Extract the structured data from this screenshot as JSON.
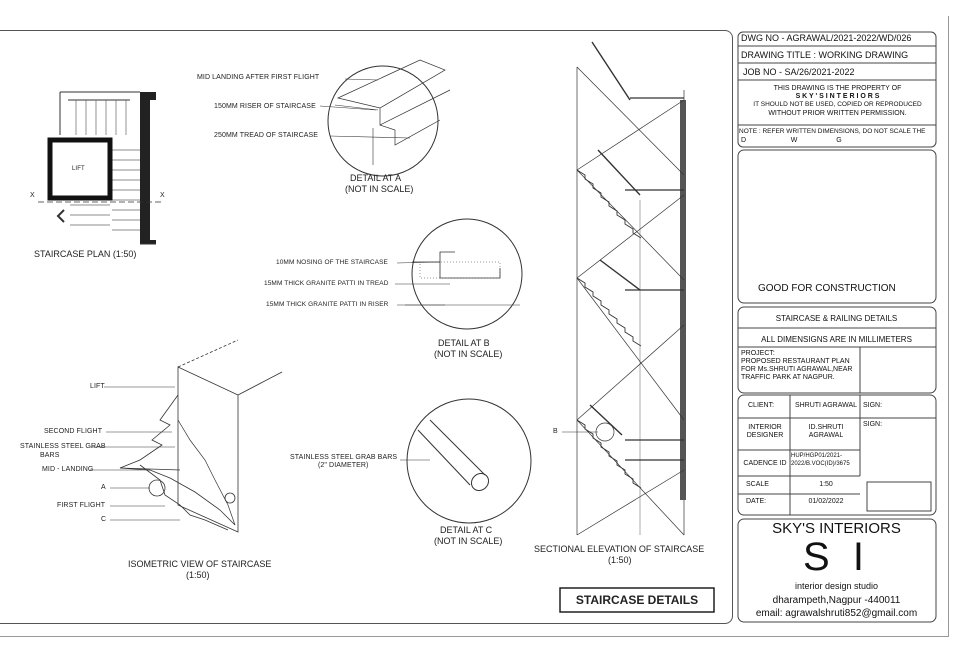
{
  "plan": {
    "caption": "STAIRCASE PLAN (1:50)",
    "lift": "LIFT",
    "x_left": "X",
    "x_right": "X"
  },
  "detail_a": {
    "labels": [
      "MID LANDING AFTER FIRST FLIGHT",
      "150MM RISER OF STAIRCASE",
      "250MM TREAD OF STAIRCASE"
    ],
    "caption_1": "DETAIL AT A",
    "caption_2": "(NOT IN SCALE)"
  },
  "detail_b": {
    "labels": [
      "10MM NOSING OF THE STAIRCASE",
      "15MM THICK GRANITE PATTI IN TREAD",
      "15MM THICK GRANITE PATTI IN RISER"
    ],
    "caption_1": "DETAIL AT B",
    "caption_2": "(NOT IN SCALE)"
  },
  "detail_c": {
    "labels": [
      "STAINLESS STEEL GRAB BARS",
      "(2\" DIAMETER)"
    ],
    "caption_1": "DETAIL AT C",
    "caption_2": "(NOT IN SCALE)"
  },
  "iso": {
    "labels": [
      "LIFT",
      "SECOND FLIGHT",
      "STAINLESS STEEL GRAB",
      "BARS",
      "MID - LANDING",
      "A",
      "FIRST FLIGHT",
      "C"
    ],
    "caption_1": "ISOMETRIC VIEW OF STAIRCASE",
    "caption_2": "(1:50)"
  },
  "section": {
    "label_b": "B",
    "caption_1": "SECTIONAL ELEVATION OF STAIRCASE",
    "caption_2": "(1:50)"
  },
  "sheet_title": "STAIRCASE DETAILS",
  "title_block": {
    "dwg_no": "DWG NO - AGRAWAL/2021-2022/WD/026",
    "drawing_title": "DRAWING TITLE :  WORKING DRAWING",
    "job_no": "JOB NO - SA/26/2021-2022",
    "property_1": "THIS  DRAWING  IS  THE  PROPERTY  OF",
    "property_2": "S K Y ' S    I N T E R I O R S",
    "property_3": "IT SHOULD NOT BE USED, COPIED OR REPRODUCED",
    "property_4": "WITHOUT  PRIOR  WRITTEN  PERMISSION.",
    "note_1": "NOTE : REFER WRITTEN DIMENSIONS, DO NOT SCALE THE",
    "note_2": "D                       W                    G",
    "good_for_construction": "GOOD FOR CONSTRUCTION",
    "sheet_subject": "STAIRCASE & RAILING DETAILS",
    "dims_note": "ALL DIMENSIGNS ARE IN MILLIMETERS",
    "project": "PROJECT:\nPROPOSED RESTAURANT PLAN\nFOR Ms.SHRUTI AGRAWAL,NEAR\nTRAFFIC PARK AT NAGPUR.",
    "client_label": "CLIENT:",
    "client_value": "SHRUTI AGRAWAL",
    "sign_1": "SIGN:",
    "designer_label": "INTERIOR\nDESIGNER",
    "designer_value": "ID.SHRUTI\nAGRAWAL",
    "sign_2": "SIGN:",
    "cadence_label": "CADENCE ID",
    "cadence_value": "HUP/HGP01/2021-\n2022/B.VOC(ID)/3675",
    "scale_label": "SCALE",
    "scale_value": "1:50",
    "date_label": "DATE:",
    "date_value": "01/02/2022",
    "firm_name": "SKY'S INTERIORS",
    "firm_logo": "S I",
    "firm_tagline": "interior design studio",
    "firm_address": "dharampeth,Nagpur -440011",
    "firm_email": "email: agrawalshruti852@gmail.com"
  }
}
